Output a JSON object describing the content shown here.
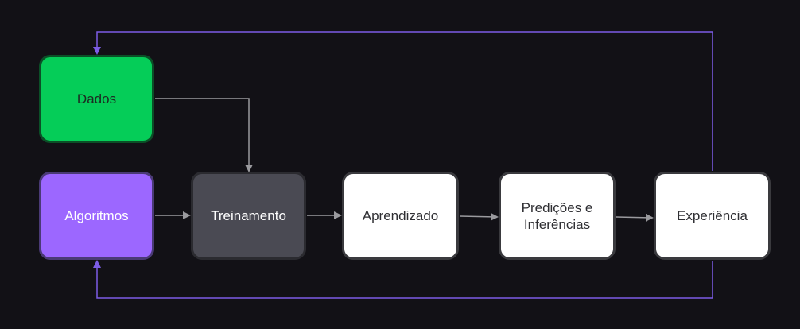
{
  "diagram": {
    "nodes": {
      "dados": "Dados",
      "algoritmos": "Algoritmos",
      "treinamento": "Treinamento",
      "aprendizado": "Aprendizado",
      "predicoes": "Predições e\nInferências",
      "experiencia": "Experiência"
    },
    "edges": [
      {
        "from": "dados",
        "to": "treinamento"
      },
      {
        "from": "algoritmos",
        "to": "treinamento"
      },
      {
        "from": "treinamento",
        "to": "aprendizado"
      },
      {
        "from": "aprendizado",
        "to": "predicoes"
      },
      {
        "from": "predicoes",
        "to": "experiencia"
      },
      {
        "from": "experiencia",
        "to": "dados"
      },
      {
        "from": "experiencia",
        "to": "algoritmos"
      }
    ],
    "colors": {
      "background": "#121116",
      "dados": "#05cd58",
      "algoritmos": "#9c67ff",
      "treinamento": "#4a4a53",
      "output_nodes": "#ffffff",
      "flow_arrows": "#9a9a9e",
      "feedback_arrows": "#7c5ce6"
    }
  }
}
